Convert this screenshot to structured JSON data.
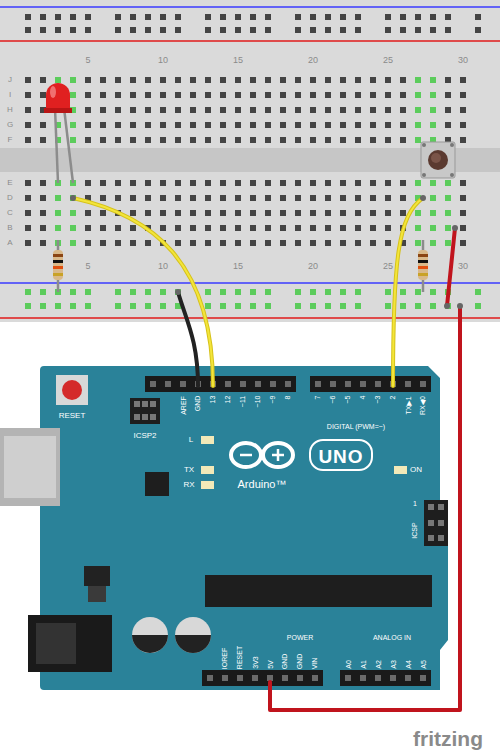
{
  "diagram": {
    "labels": [
      "5",
      "10",
      "15",
      "20",
      "25",
      "30",
      "J",
      "I",
      "H",
      "G",
      "F",
      "E",
      "D",
      "C",
      "B",
      "A",
      "5",
      "10",
      "15",
      "20",
      "25",
      "30",
      "RESET",
      "ICSP2",
      "AREF",
      "GND",
      "13",
      "12",
      "~11",
      "~10",
      "~9",
      "8",
      "7",
      "~6",
      "~5",
      "4",
      "~3",
      "2",
      "TX▶1",
      "RX◀0",
      "DIGITAL (PWM=~)",
      "L",
      "TX",
      "RX",
      "UNO",
      "Arduino™",
      "ON",
      "1",
      "ICSP",
      "IOREF",
      "RESET",
      "3V3",
      "5V",
      "GND",
      "GND",
      "VIN",
      "POWER",
      "ANALOG IN",
      "A0",
      "A1",
      "A2",
      "A3",
      "A4",
      "A5",
      "fritzing"
    ]
  }
}
